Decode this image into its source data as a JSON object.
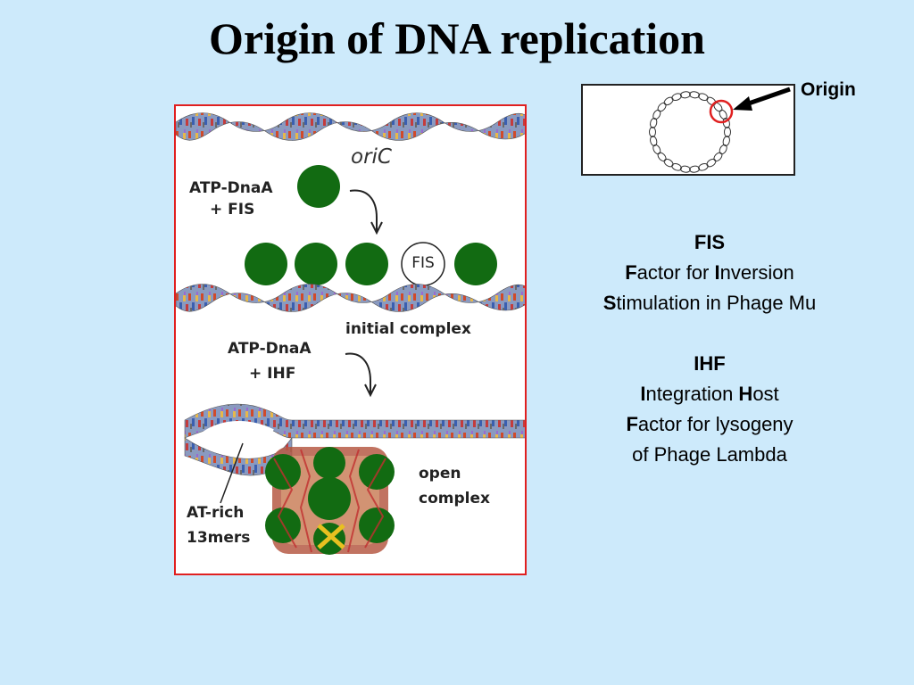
{
  "title": "Origin of DNA replication",
  "figure": {
    "oric_label": "oriC",
    "step1_protein": "ATP-DnaA",
    "step1_cofactor": "+ FIS",
    "fis_circle": "FIS",
    "initial_complex": "initial complex",
    "step2_protein": "ATP-DnaA",
    "step2_cofactor": "+ IHF",
    "open_complex_line1": "open",
    "open_complex_line2": "complex",
    "at_rich_line1": "AT-rich",
    "at_rich_line2": "13mers"
  },
  "plasmid": {
    "origin_label": "Origin"
  },
  "fis": {
    "heading": "FIS",
    "line1_initial": "F",
    "line1_rest": "actor for ",
    "line1_initial2": "I",
    "line1_rest2": "nversion",
    "line2_initial": "S",
    "line2_rest": "timulation in Phage Mu"
  },
  "ihf": {
    "heading": "IHF",
    "line1_initial": "I",
    "line1_rest": "ntegration ",
    "line1_initial2": "H",
    "line1_rest2": "ost",
    "line2_initial": "F",
    "line2_rest": "actor for lysogeny",
    "line3": "of Phage Lambda"
  },
  "colors": {
    "background": "#cdeafb",
    "frame_border": "#e02020",
    "dnaa_protein": "#126b12",
    "origin_circle": "#e02020"
  }
}
